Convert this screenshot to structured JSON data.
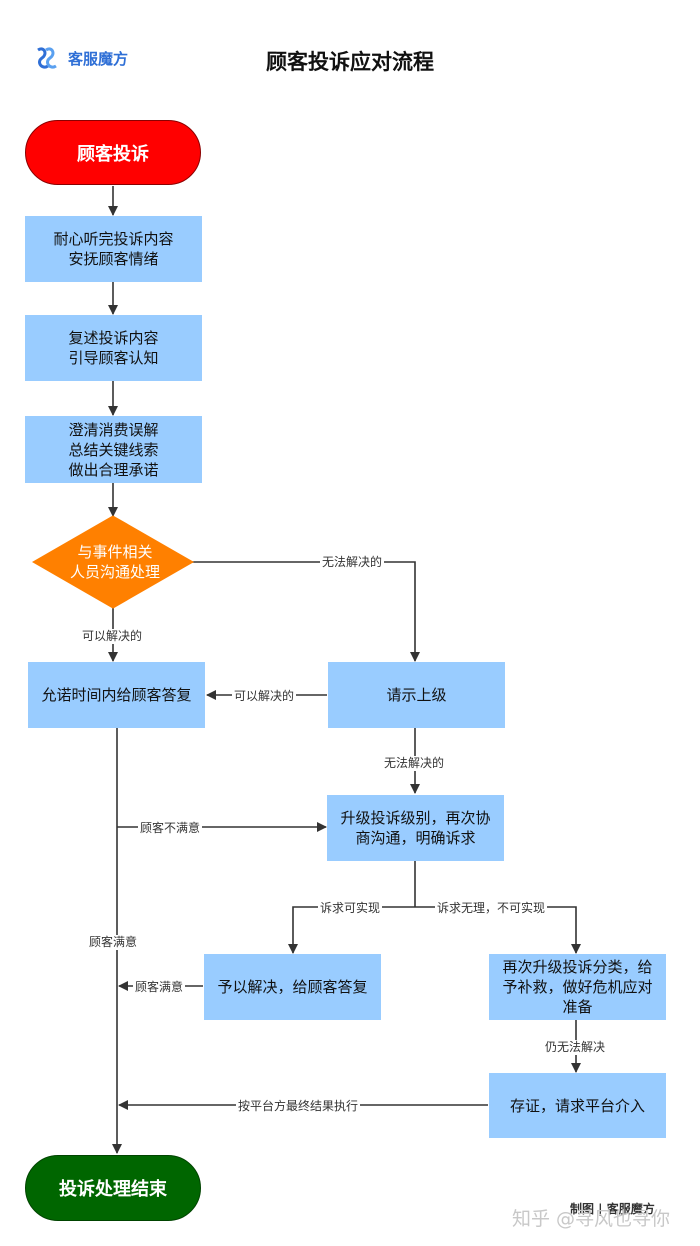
{
  "header": {
    "logo_text": "客服魔方",
    "title": "顾客投诉应对流程"
  },
  "nodes": {
    "start": "顾客投诉",
    "listen": "耐心听完投诉内容\n安抚顾客情绪",
    "restate": "复述投诉内容\n引导顾客认知",
    "clarify": "澄清消费误解\n总结关键线索\n做出合理承诺",
    "decision": "与事件相关\n人员沟通处理",
    "promise": "允诺时间内给顾客答复",
    "escalate": "请示上级",
    "upgrade": "升级投诉级别，再次协商沟通，明确诉求",
    "resolve": "予以解决，给顾客答复",
    "reclassify": "再次升级投诉分类，给予补救，做好危机应对准备",
    "evidence": "存证，请求平台介入",
    "end": "投诉处理结束"
  },
  "edge_labels": {
    "cannot_resolve_1": "无法解决的",
    "can_resolve_1": "可以解决的",
    "can_resolve_2": "可以解决的",
    "cannot_resolve_2": "无法解决的",
    "unsatisfied": "顾客不满意",
    "satisfied_1": "顾客满意",
    "demand_ok": "诉求可实现",
    "demand_bad": "诉求无理，不可实现",
    "satisfied_2": "顾客满意",
    "still_unsolved": "仍无法解决",
    "platform_result": "按平台方最终结果执行"
  },
  "footer": {
    "credit": "制图 | 客服魔方",
    "watermark": "知乎 @寻风也寻你"
  },
  "colors": {
    "process_box": "#99ccff",
    "start": "#ff0000",
    "end": "#006600",
    "decision": "#ff8000",
    "arrow": "#333333",
    "logo": "#2f6fd6"
  }
}
